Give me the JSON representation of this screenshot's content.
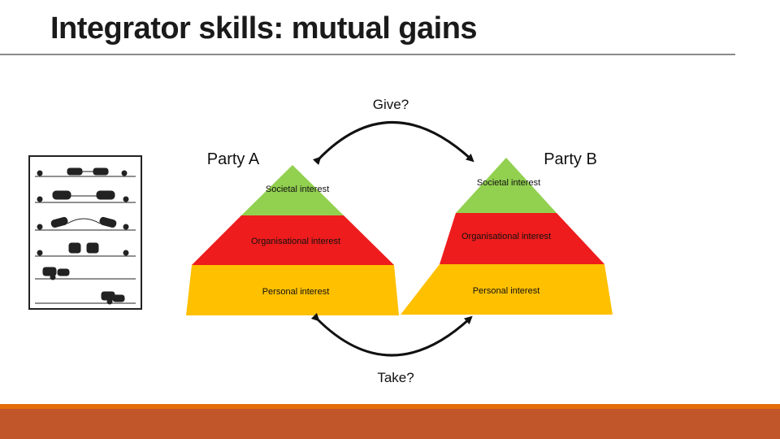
{
  "title": "Integrator skills: mutual gains",
  "give_label": "Give?",
  "take_label": "Take?",
  "party_a": {
    "name": "Party A",
    "levels": {
      "societal": "Societal interest",
      "organisational": "Organisational interest",
      "personal": "Personal interest"
    }
  },
  "party_b": {
    "name": "Party B",
    "levels": {
      "societal": "Societal interest",
      "organisational": "Organisational interest",
      "personal": "Personal interest"
    }
  },
  "colors": {
    "societal": "#92d050",
    "organisational": "#ee1c1c",
    "personal": "#ffc000",
    "footer": "#c0562a",
    "footer_accent": "#e46c0a"
  },
  "icons": [
    "donkeys-cooperation-cartoon",
    "curved-arrow-icon"
  ]
}
